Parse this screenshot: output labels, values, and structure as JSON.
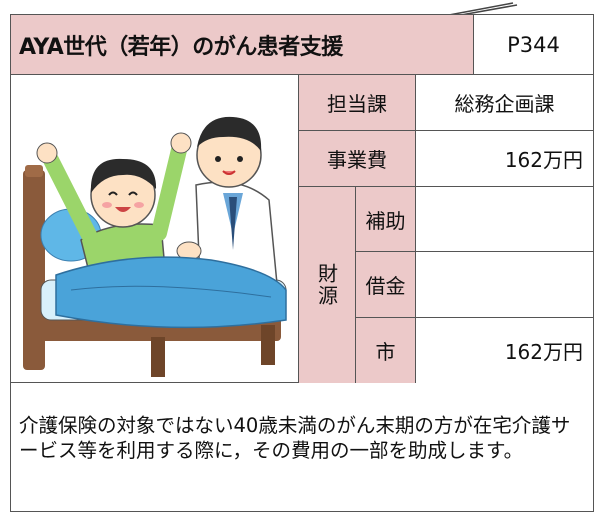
{
  "title": "AYA世代（若年）のがん患者支援",
  "page_ref": "P344",
  "table": {
    "dept_label": "担当課",
    "dept_value": "総務企画課",
    "cost_label": "事業費",
    "cost_value": "162万円",
    "funding_label": "財源",
    "funding_rows": [
      {
        "label": "補助",
        "value": ""
      },
      {
        "label": "借金",
        "value": ""
      },
      {
        "label": "市",
        "value": "162万円"
      }
    ]
  },
  "description": "介護保険の対象ではない40歳未満のがん末期の方が在宅介護サービス等を利用する際に，その費用の一部を助成します。",
  "colors": {
    "header_bg": "#ecc9c9",
    "border": "#555555"
  },
  "illustration": "patient-in-bed-with-doctor"
}
